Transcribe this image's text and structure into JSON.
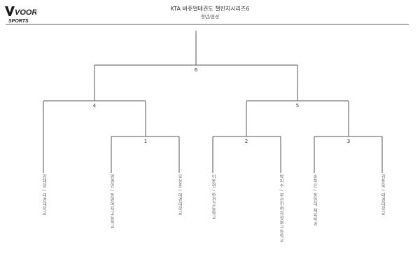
{
  "header": {
    "logo_top": "VOORI",
    "logo_bottom": "SPORTS",
    "title": "KTA 버쥬얼테권도 챌린지시리즈6",
    "subtitle": "청년/혼성"
  },
  "bracket": {
    "final_label": "6",
    "semifinal_labels": [
      "4",
      "5"
    ],
    "first_round_labels": [
      "1",
      "2",
      "3"
    ],
    "players": [
      "김태형 / 대경대학교",
      "양경민 / 동양여자고등학교",
      "오상훈 / 대경대학교",
      "이동현 / 한전고등학교",
      "박지수 / 부산진여자정보고등학교",
      "송하은 / 동인대 체육학과",
      "김동욱 / 대경대학교"
    ]
  },
  "colors": {
    "line": "#555555",
    "text": "#333333",
    "logo": "#1a1a1a"
  }
}
